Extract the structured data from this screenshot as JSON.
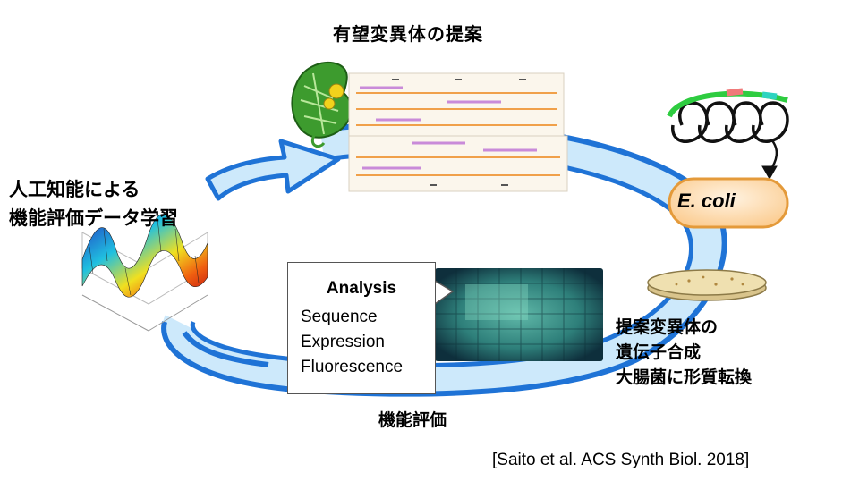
{
  "proposal_title": "有望変異体の提案",
  "ml_label": [
    "人工知能による",
    "機能評価データ学習"
  ],
  "evaluation_label": "機能評価",
  "synthesis_label": [
    "提案変異体の",
    "遺伝子合成",
    "大腸菌に形質転換"
  ],
  "organism": "E. coli",
  "analysis": {
    "title": "Analysis",
    "items": [
      "Sequence",
      "Expression",
      "Fluorescence"
    ]
  },
  "citation": "[Saito et al. ACS Synth Biol. 2018]",
  "colors": {
    "cycle_light": "#cde9fb",
    "cycle_dark": "#1f73d6",
    "ecoli_cell": "#fde6c8",
    "plasmid_green": "#2ecc40"
  }
}
